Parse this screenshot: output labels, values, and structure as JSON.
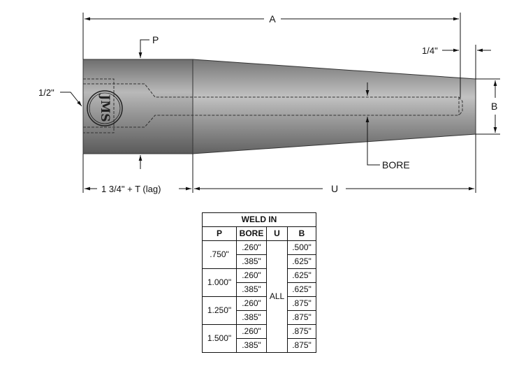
{
  "labels": {
    "a": "A",
    "p": "P",
    "quarter": "1/4\"",
    "half": "1/2\"",
    "b": "B",
    "bore": "BORE",
    "lag": "1 3/4\"  + T (lag)",
    "u": "U"
  },
  "logo_text": "JMS",
  "table": {
    "title": "WELD IN",
    "headers": [
      "P",
      "BORE",
      "U",
      "B"
    ],
    "u_value": "ALL",
    "groups": [
      {
        "p": ".750\"",
        "rows": [
          {
            "bore": ".260\"",
            "b": ".500\""
          },
          {
            "bore": ".385\"",
            "b": ".625\""
          }
        ]
      },
      {
        "p": "1.000\"",
        "rows": [
          {
            "bore": ".260\"",
            "b": ".625\""
          },
          {
            "bore": ".385\"",
            "b": ".625\""
          }
        ]
      },
      {
        "p": "1.250\"",
        "rows": [
          {
            "bore": ".260\"",
            "b": ".875\""
          },
          {
            "bore": ".385\"",
            "b": ".875\""
          }
        ]
      },
      {
        "p": "1.500\"",
        "rows": [
          {
            "bore": ".260\"",
            "b": ".875\""
          },
          {
            "bore": ".385\"",
            "b": ".875\""
          }
        ]
      }
    ]
  }
}
